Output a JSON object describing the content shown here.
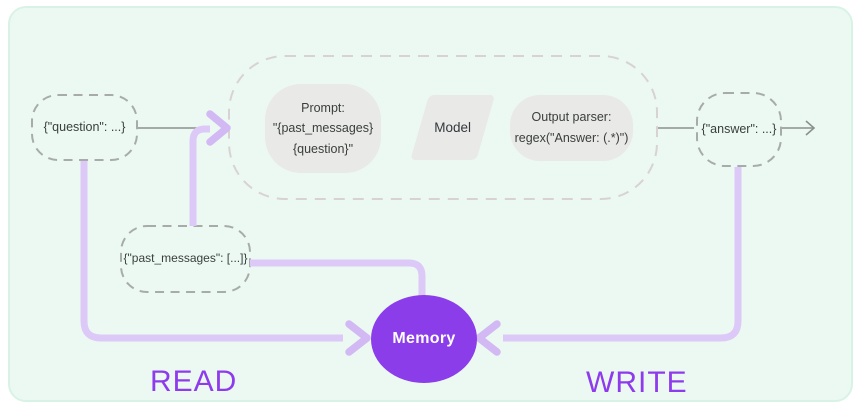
{
  "diagram": {
    "nodes": {
      "question": "{\"question\": ...}",
      "past_messages": "{\"past_messages\": [...]}",
      "answer": "{\"answer\": ...}",
      "model": "Model",
      "memory": "Memory",
      "prompt": [
        "Prompt:",
        "\"{past_messages}",
        "{question}\""
      ],
      "output_parser": [
        "Output parser:",
        "regex(\"Answer: (.*)\")"
      ]
    },
    "labels": {
      "read": "READ",
      "write": "WRITE"
    },
    "colors": {
      "card_bg": "#ecf9f2",
      "card_border": "#d8f3e5",
      "node_fill": "#e9e9e7",
      "node_dash": "#a7acaa",
      "chain_dash": "#d8d2d5",
      "connector_gray": "#8b908d",
      "flow_line": "#dcc9f7",
      "flow_arrow": "#d3b9f4",
      "memory_fill": "#8b3de9",
      "label_text": "#8d3bed"
    }
  }
}
